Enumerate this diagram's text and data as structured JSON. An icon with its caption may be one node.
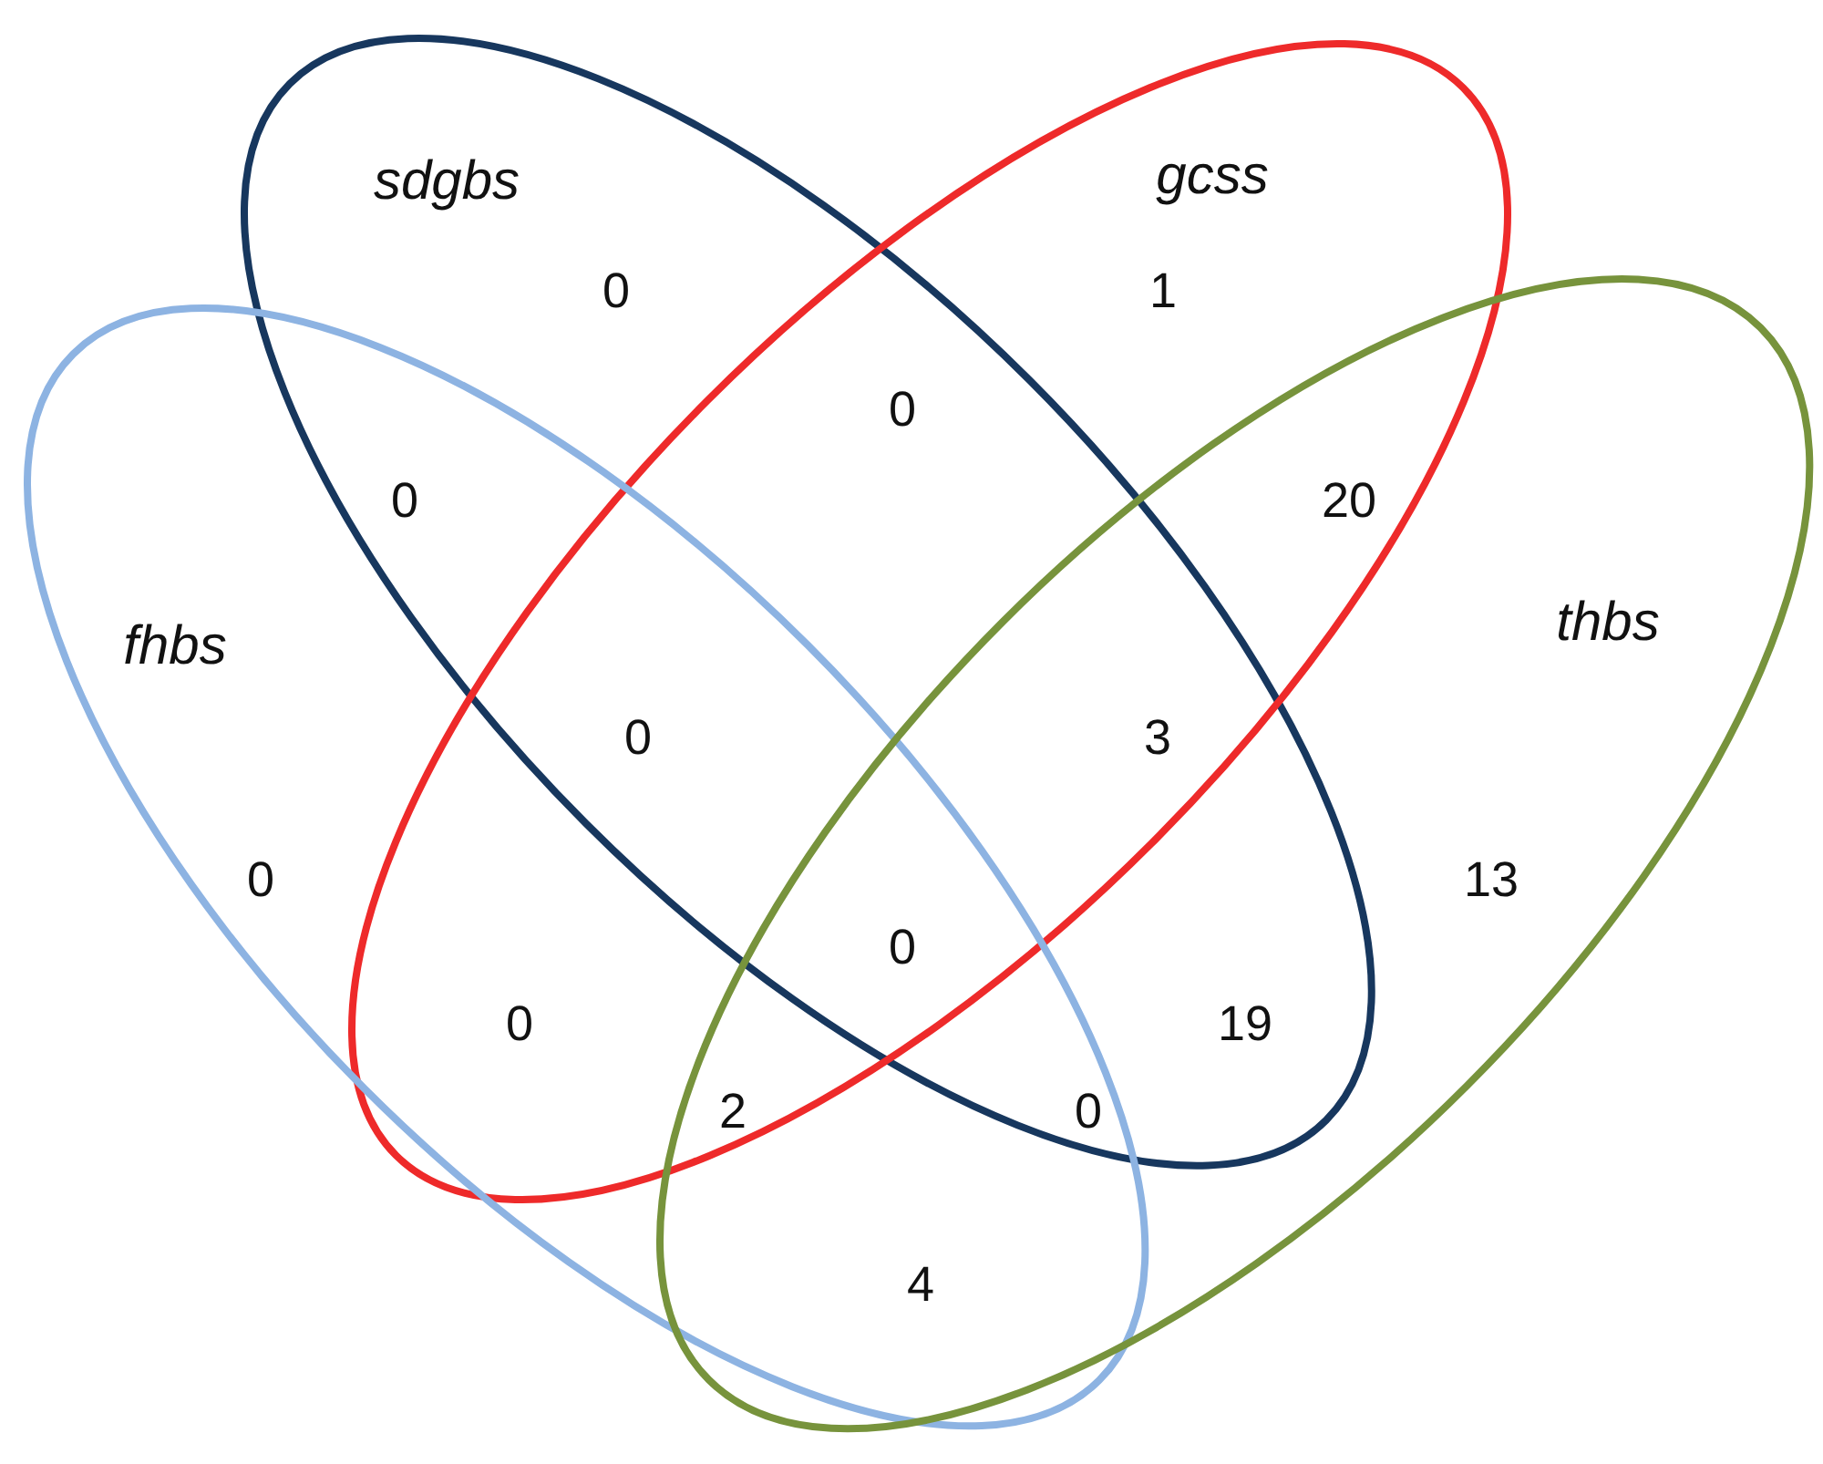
{
  "diagram": {
    "nodes": [
      {
        "text": [
          "sdgbs"
        ]
      },
      {
        "text": [
          "gcss"
        ]
      },
      {
        "text": [
          "fhbs"
        ]
      },
      {
        "text": [
          "thbs"
        ]
      }
    ],
    "labels": [
      "0",
      "1",
      "0",
      "0",
      "20",
      "0",
      "3",
      "0",
      "13",
      "0",
      "0",
      "19",
      "2",
      "0",
      "4"
    ]
  }
}
